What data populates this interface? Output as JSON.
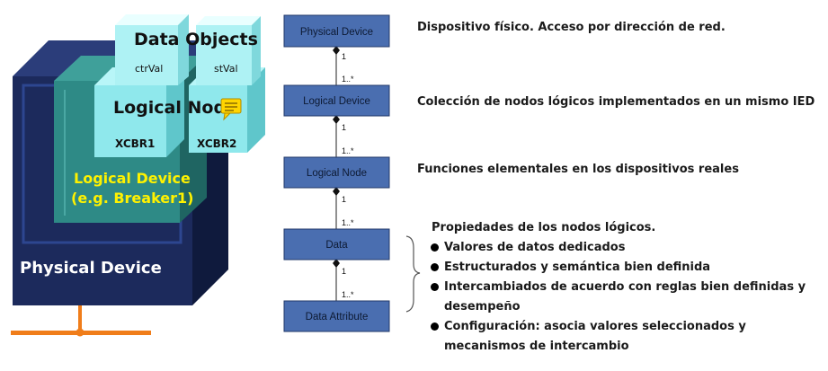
{
  "stack": {
    "physical_device": "Physical Device",
    "logical_device_line1": "Logical Device",
    "logical_device_line2": "(e.g. Breaker1)",
    "logical_node": "Logical Node",
    "xcbr1": "XCBR1",
    "xcbr2": "XCBR2",
    "data_objects": "Data Objects",
    "ctrval": "ctrVal",
    "stval": "stVal"
  },
  "uml": {
    "boxes": [
      "Physical Device",
      "Logical Device",
      "Logical Node",
      "Data",
      "Data Attribute"
    ],
    "mult_top": "1",
    "mult_bottom": "1..*"
  },
  "descriptions": {
    "physical": "Dispositivo físico. Acceso por dirección de red.",
    "logical_device": "Colección de nodos lógicos implementados en un mismo IED",
    "logical_node": "Funciones elementales en los dispositivos reales"
  },
  "properties": {
    "title": "Propiedades de los nodos lógicos.",
    "items": [
      "Valores de datos dedicados",
      "Estructurados y semántica bien definida",
      "Intercambiados de acuerdo con  reglas bien definidas y desempeño",
      "Configuración: asocia valores seleccionados y mecanismos de intercambio"
    ]
  },
  "colors": {
    "navy": "#1c2a5c",
    "teal": "#2e8a86",
    "cyan": "#8fe8ec",
    "yellow": "#fff200",
    "orange": "#f07d1a",
    "uml_box": "#4a6eb0"
  }
}
